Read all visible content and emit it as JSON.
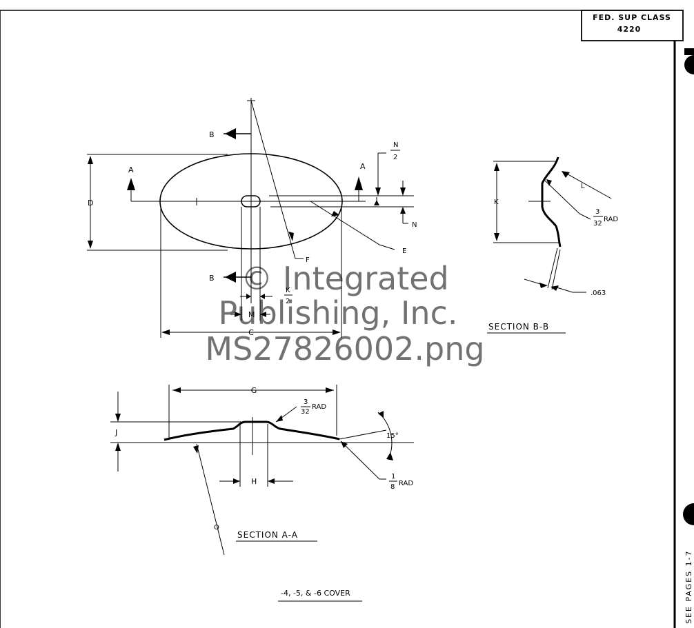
{
  "header": {
    "fed_sup_class_line1": "FED. SUP CLASS",
    "fed_sup_class_line2": "4220"
  },
  "watermark": {
    "line1": "© Integrated",
    "line2": "Publishing, Inc.",
    "line3": "MS27826002.png"
  },
  "plan_view": {
    "section_arrow_b_top": "B",
    "section_arrow_b_bottom": "B",
    "section_arrow_a_left": "A",
    "section_arrow_a_right": "A",
    "dim_d": "D",
    "dim_c": "C",
    "dim_m": "M",
    "dim_k_num": "K",
    "dim_k_den": "2",
    "dim_n_num": "N",
    "dim_n_den": "2",
    "dim_n": "N",
    "label_e": "E",
    "label_f": "F"
  },
  "section_bb": {
    "title": "SECTION B-B",
    "dim_k": "K",
    "dim_l": "L",
    "rad_num": "3",
    "rad_den": "32",
    "rad_label": "RAD",
    "thickness": ".063"
  },
  "section_aa": {
    "title": "SECTION A-A",
    "dim_g": "G",
    "dim_j": "J",
    "dim_h": "H",
    "label_o": "O",
    "rad1_num": "3",
    "rad1_den": "32",
    "rad1_label": "RAD",
    "rad2_num": "1",
    "rad2_den": "8",
    "rad2_label": "RAD",
    "angle": "15°"
  },
  "footer": {
    "cover_label": "-4, -5, & -6 COVER",
    "side_note": "SEE PAGES 1-7"
  }
}
